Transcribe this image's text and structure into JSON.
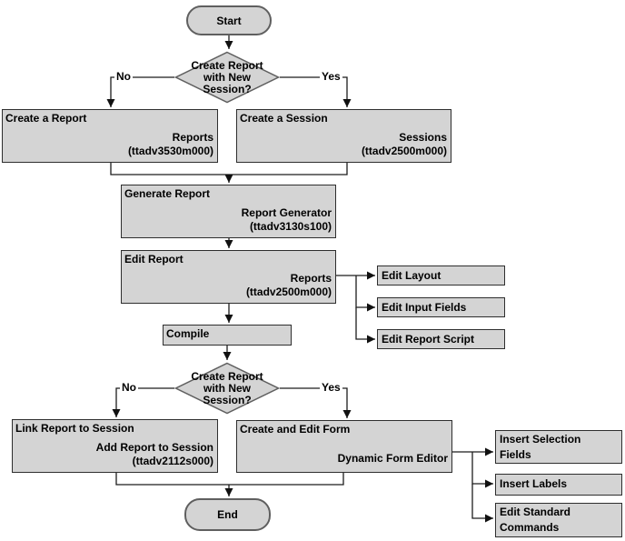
{
  "terminals": {
    "start": "Start",
    "end": "End"
  },
  "decision": {
    "line1": "Create Report",
    "line2": "with New",
    "line3": "Session?"
  },
  "branch_labels": {
    "no": "No",
    "yes": "Yes"
  },
  "processes": {
    "create_report": {
      "title": "Create a Report",
      "name": "Reports",
      "code": "(ttadv3530m000)"
    },
    "create_session": {
      "title": "Create a Session",
      "name": "Sessions",
      "code": "(ttadv2500m000)"
    },
    "generate_report": {
      "title": "Generate Report",
      "name": "Report Generator",
      "code": "(ttadv3130s100)"
    },
    "edit_report": {
      "title": "Edit Report",
      "name": "Reports",
      "code": "(ttadv2500m000)"
    },
    "compile": {
      "title": "Compile"
    },
    "link_report": {
      "title": "Link Report to Session",
      "name": "Add Report to Session",
      "code": "(ttadv2112s000)"
    },
    "create_form": {
      "title": "Create and Edit Form",
      "name": "Dynamic Form Editor"
    }
  },
  "subtasks": {
    "edit_layout": "Edit Layout",
    "edit_input_fields": "Edit Input Fields",
    "edit_report_script": "Edit Report Script",
    "insert_selection_fields": "Insert Selection Fields",
    "insert_labels": "Insert Labels",
    "edit_standard_commands": "Edit Standard Commands"
  },
  "colors": {
    "node_fill": "#d4d4d4",
    "box_border": "#2e2e2e",
    "shape_border": "#5f5f5f",
    "connector": "#1c1c1c",
    "background": "#ffffff",
    "text": "#000000"
  }
}
